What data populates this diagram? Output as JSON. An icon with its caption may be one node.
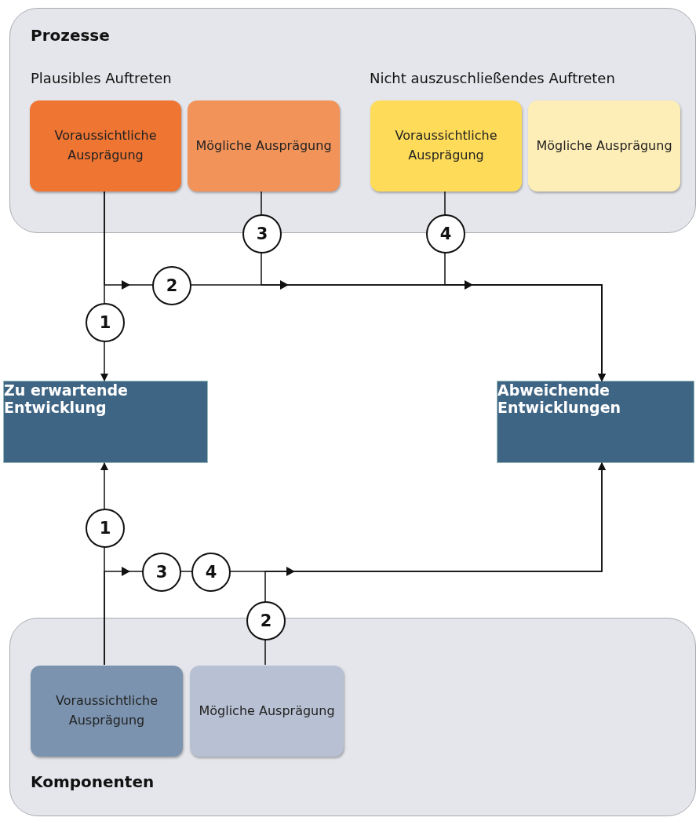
{
  "diagram": {
    "nodes": [
      {
        "text": [
          "Prozesse",
          "Plausibles Auftreten",
          "Nicht auszuschließendes Auftreten"
        ]
      },
      {
        "text": [
          "Voraussichtliche Ausprägung"
        ],
        "in": 0
      },
      {
        "text": [
          "Mögliche Ausprägung"
        ],
        "in": 0
      },
      {
        "text": [
          "Voraussichtliche Ausprägung"
        ],
        "in": 0
      },
      {
        "text": [
          "Mögliche Ausprägung"
        ],
        "in": 0
      },
      {
        "text": [
          "Zu erwartende Entwicklung"
        ]
      },
      {
        "text": [
          "Abweichende Entwicklungen"
        ]
      },
      {
        "text": [
          "Komponenten"
        ]
      },
      {
        "text": [
          "Voraussichtliche Ausprägung"
        ],
        "in": 7
      },
      {
        "text": [
          "Mögliche Ausprägung"
        ],
        "in": 7
      }
    ],
    "edges": [
      {
        "from": 1,
        "to": 5,
        "arrow": "to",
        "label": "1"
      },
      {
        "from": 1,
        "to": 6,
        "arrow": "to",
        "label": "2"
      },
      {
        "from": 2,
        "to": 6,
        "arrow": "to",
        "label": "3"
      },
      {
        "from": 3,
        "to": 6,
        "arrow": "to",
        "label": "4"
      },
      {
        "from": 8,
        "to": 5,
        "arrow": "to",
        "label": "1"
      },
      {
        "from": 8,
        "to": 6,
        "arrow": "to",
        "label": "3"
      },
      {
        "from": 9,
        "to": 6,
        "arrow": "to",
        "label": "2"
      }
    ],
    "labels": [
      "4"
    ]
  }
}
